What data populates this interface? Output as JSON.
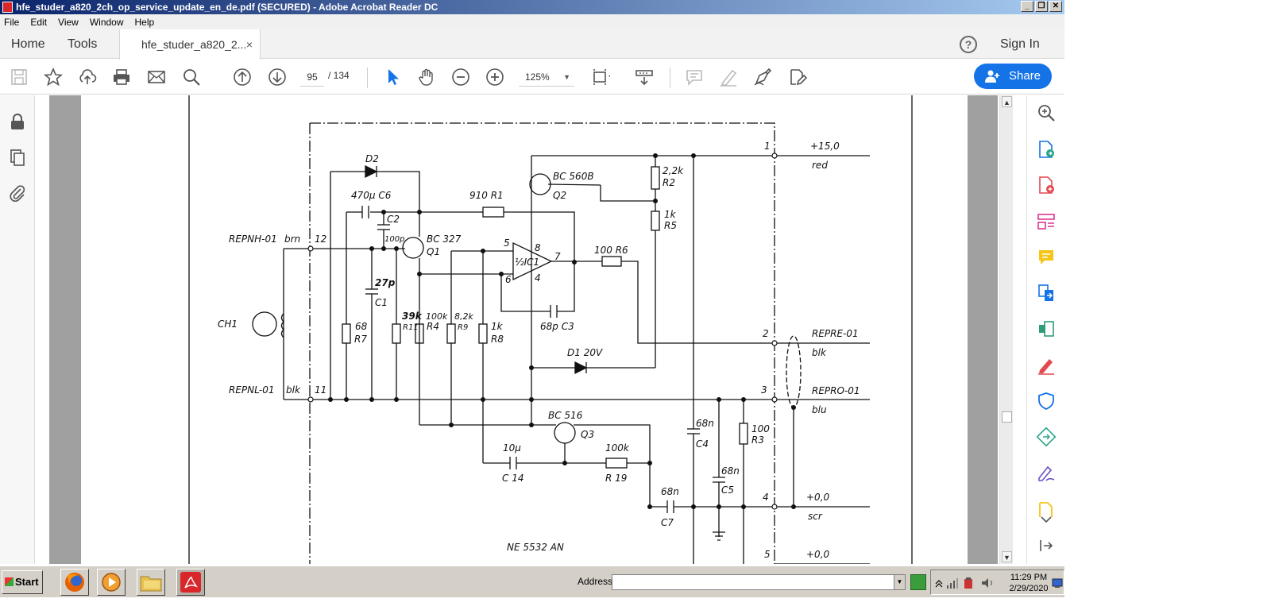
{
  "window": {
    "title": "hfe_studer_a820_2ch_op_service_update_en_de.pdf (SECURED) - Adobe Acrobat Reader DC",
    "controls": [
      "_",
      "❐",
      "✕"
    ]
  },
  "menu": [
    "File",
    "Edit",
    "View",
    "Window",
    "Help"
  ],
  "tabs": {
    "home": "Home",
    "tools": "Tools",
    "document": "hfe_studer_a820_2...",
    "close": "×"
  },
  "header": {
    "help": "?",
    "sign_in": "Sign In"
  },
  "toolbar": {
    "page_current": "95",
    "page_total": "/ 134",
    "zoom": "125%",
    "share": "Share"
  },
  "taskbar": {
    "start": "Start",
    "address_label": "Address",
    "address_value": "",
    "time": "11:29 PM",
    "date": "2/29/2020"
  },
  "schematic": {
    "labels": {
      "d2": "D2",
      "c6": "470µ C6",
      "r1": "910 R1",
      "q2": "BC 560B",
      "q2n": "Q2",
      "r2v": "2,2k",
      "r2": "R2",
      "r5v": "1k",
      "r5": "R5",
      "p1": "1",
      "v15": "+15,0",
      "red": "red",
      "c2": "C2",
      "c2v": "100p",
      "q1": "BC 327",
      "q1n": "Q1",
      "ic1": "½IC1",
      "pin5": "5",
      "pin8": "8",
      "pin7": "7",
      "pin6": "6",
      "pin4": "4",
      "r6": "100 R6",
      "repnh": "REPNH-01",
      "brn": "brn",
      "p12": "12",
      "c1v": "27p",
      "c1": "C1",
      "ch1": "CH1",
      "r7v": "68",
      "r7": "R7",
      "r11v": "39k",
      "r11": "R11",
      "r4v": "100k",
      "r4": "R4",
      "r9v": "8,2k",
      "r9": "R9",
      "r8v": "1k",
      "r8": "R8",
      "c3": "68p C3",
      "p2": "2",
      "repre": "REPRE-01",
      "blk1": "blk",
      "d1": "D1 20V",
      "repnl": "REPNL-01",
      "blk2": "blk",
      "p11": "11",
      "p3": "3",
      "repro": "REPRO-01",
      "blu": "blu",
      "q3": "BC 516",
      "q3n": "Q3",
      "c4v": "68n",
      "c4": "C4",
      "r3v": "100",
      "r3": "R3",
      "c14v": "10µ",
      "c14": "C 14",
      "r19v": "100k",
      "r19": "R 19",
      "c5v": "68n",
      "c5": "C5",
      "c7v": "68n",
      "c7": "C7",
      "p4": "4",
      "v0a": "+0,0",
      "scr": "scr",
      "ne": "NE 5532 AN",
      "p5": "5",
      "v0b": "+0,0"
    }
  }
}
